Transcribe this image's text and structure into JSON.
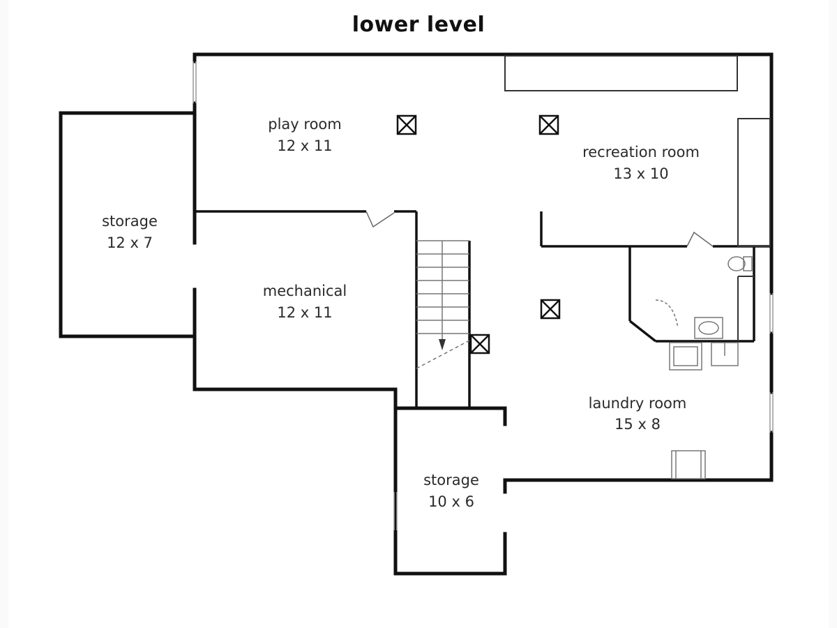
{
  "title": "lower level",
  "rooms": {
    "play_room": {
      "name": "play room",
      "size": "12 x 11"
    },
    "recreation_room": {
      "name": "recreation room",
      "size": "13 x 10"
    },
    "storage_left": {
      "name": "storage",
      "size": "12 x 7"
    },
    "mechanical": {
      "name": "mechanical",
      "size": "12 x 11"
    },
    "laundry_room": {
      "name": "laundry room",
      "size": "15 x 8"
    },
    "storage_bottom": {
      "name": "storage",
      "size": "10 x 6"
    }
  },
  "colors": {
    "wall": "#111111",
    "thin_line": "#555555",
    "fixture": "#777777",
    "text": "#2a2a2a"
  },
  "symbols": [
    "vent-icon",
    "stair-direction-arrow",
    "toilet-icon",
    "sink-icon",
    "washer-icon",
    "dryer-icon",
    "water-heater-icon"
  ]
}
